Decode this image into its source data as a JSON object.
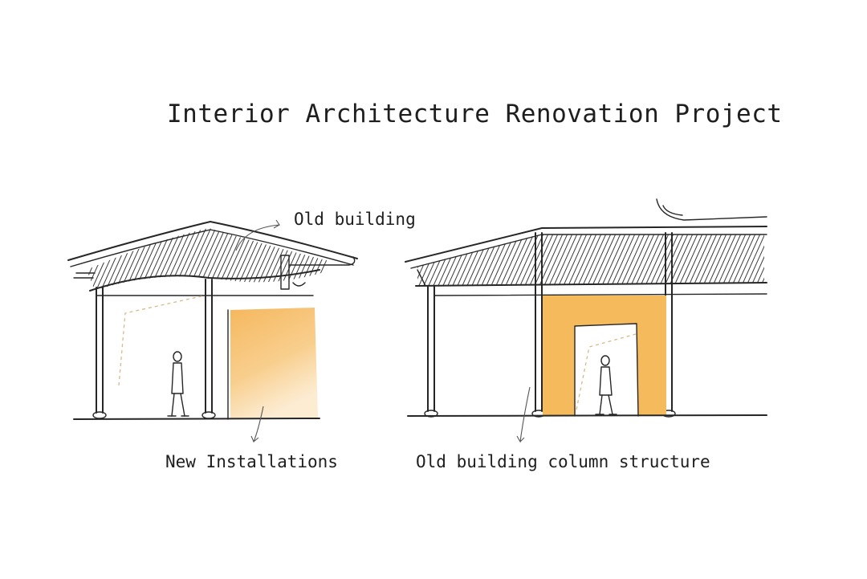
{
  "title": "Interior Architecture Renovation Project",
  "labels": {
    "old_building": "Old building",
    "new_installations": "New Installations",
    "column_structure": "Old building column structure"
  },
  "colors": {
    "installation": "#f5b858",
    "installation_light": "#fbe2b8",
    "ink": "#262626",
    "background": "#ffffff"
  }
}
